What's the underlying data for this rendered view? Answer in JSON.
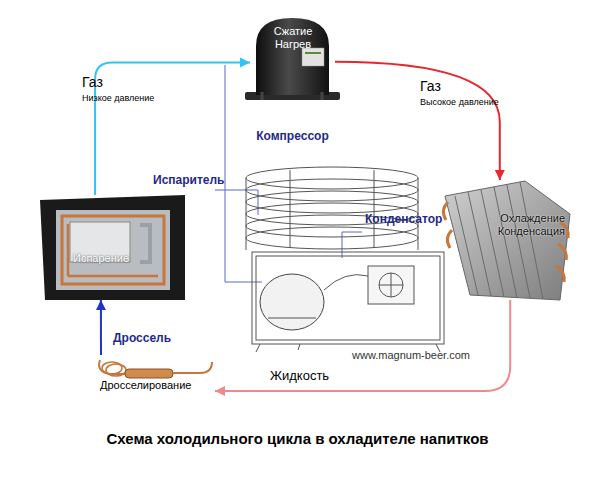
{
  "diagram": {
    "caption": "Схема холодильного цикла в охладителе напитков",
    "nodes": [
      {
        "text": [
          "Сжатие Нагрев",
          "Компрессор"
        ]
      },
      {
        "text": [
          "Испаритель",
          "Испарение"
        ]
      },
      {
        "text": [
          "Конденсатор",
          "Охлаждение Конденсация"
        ]
      },
      {
        "text": [
          "Дроссель",
          "Дросселирование"
        ]
      }
    ],
    "edges": [
      {
        "from": 1,
        "to": 0,
        "arrow": "to"
      },
      {
        "from": 0,
        "to": 2,
        "arrow": "to"
      },
      {
        "from": 2,
        "to": 3,
        "arrow": "to"
      },
      {
        "from": 3,
        "to": 1,
        "arrow": "to"
      }
    ],
    "labels": [
      "Газ",
      "Низкое давление",
      "Газ",
      "Высокое давление",
      "Жидкость",
      "www.magnum-beer.com"
    ]
  }
}
